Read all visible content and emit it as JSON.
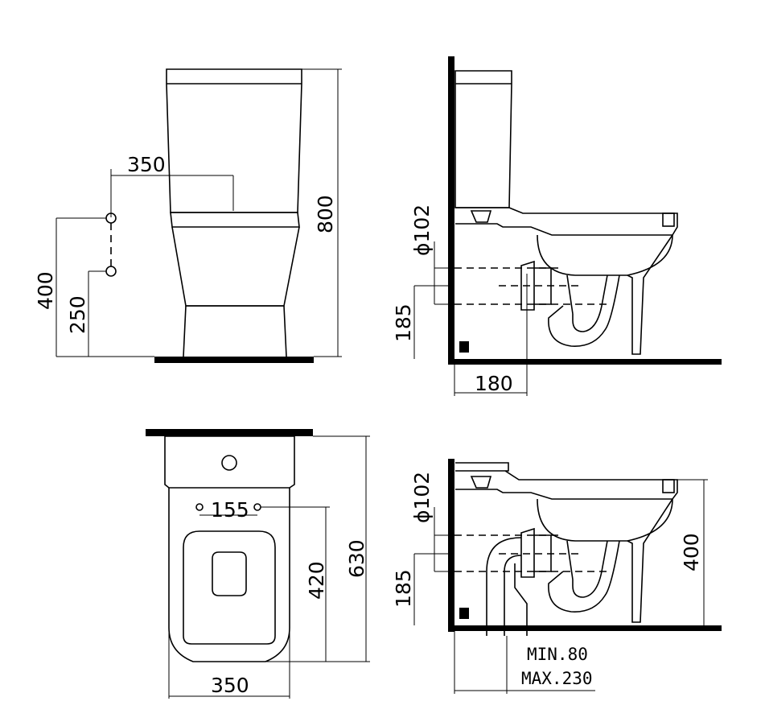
{
  "front": {
    "width_350": "350",
    "height_800": "800",
    "height_400": "400",
    "height_250": "250"
  },
  "side_top": {
    "diameter_102": "ϕ102",
    "height_185": "185",
    "depth_180": "180"
  },
  "plan": {
    "hole_spacing_155": "155",
    "length_420": "420",
    "length_630": "630",
    "width_350": "350"
  },
  "side_bottom": {
    "diameter_102": "ϕ102",
    "height_185": "185",
    "height_400": "400",
    "min_80": "MIN.80",
    "max_230": "MAX.230"
  }
}
